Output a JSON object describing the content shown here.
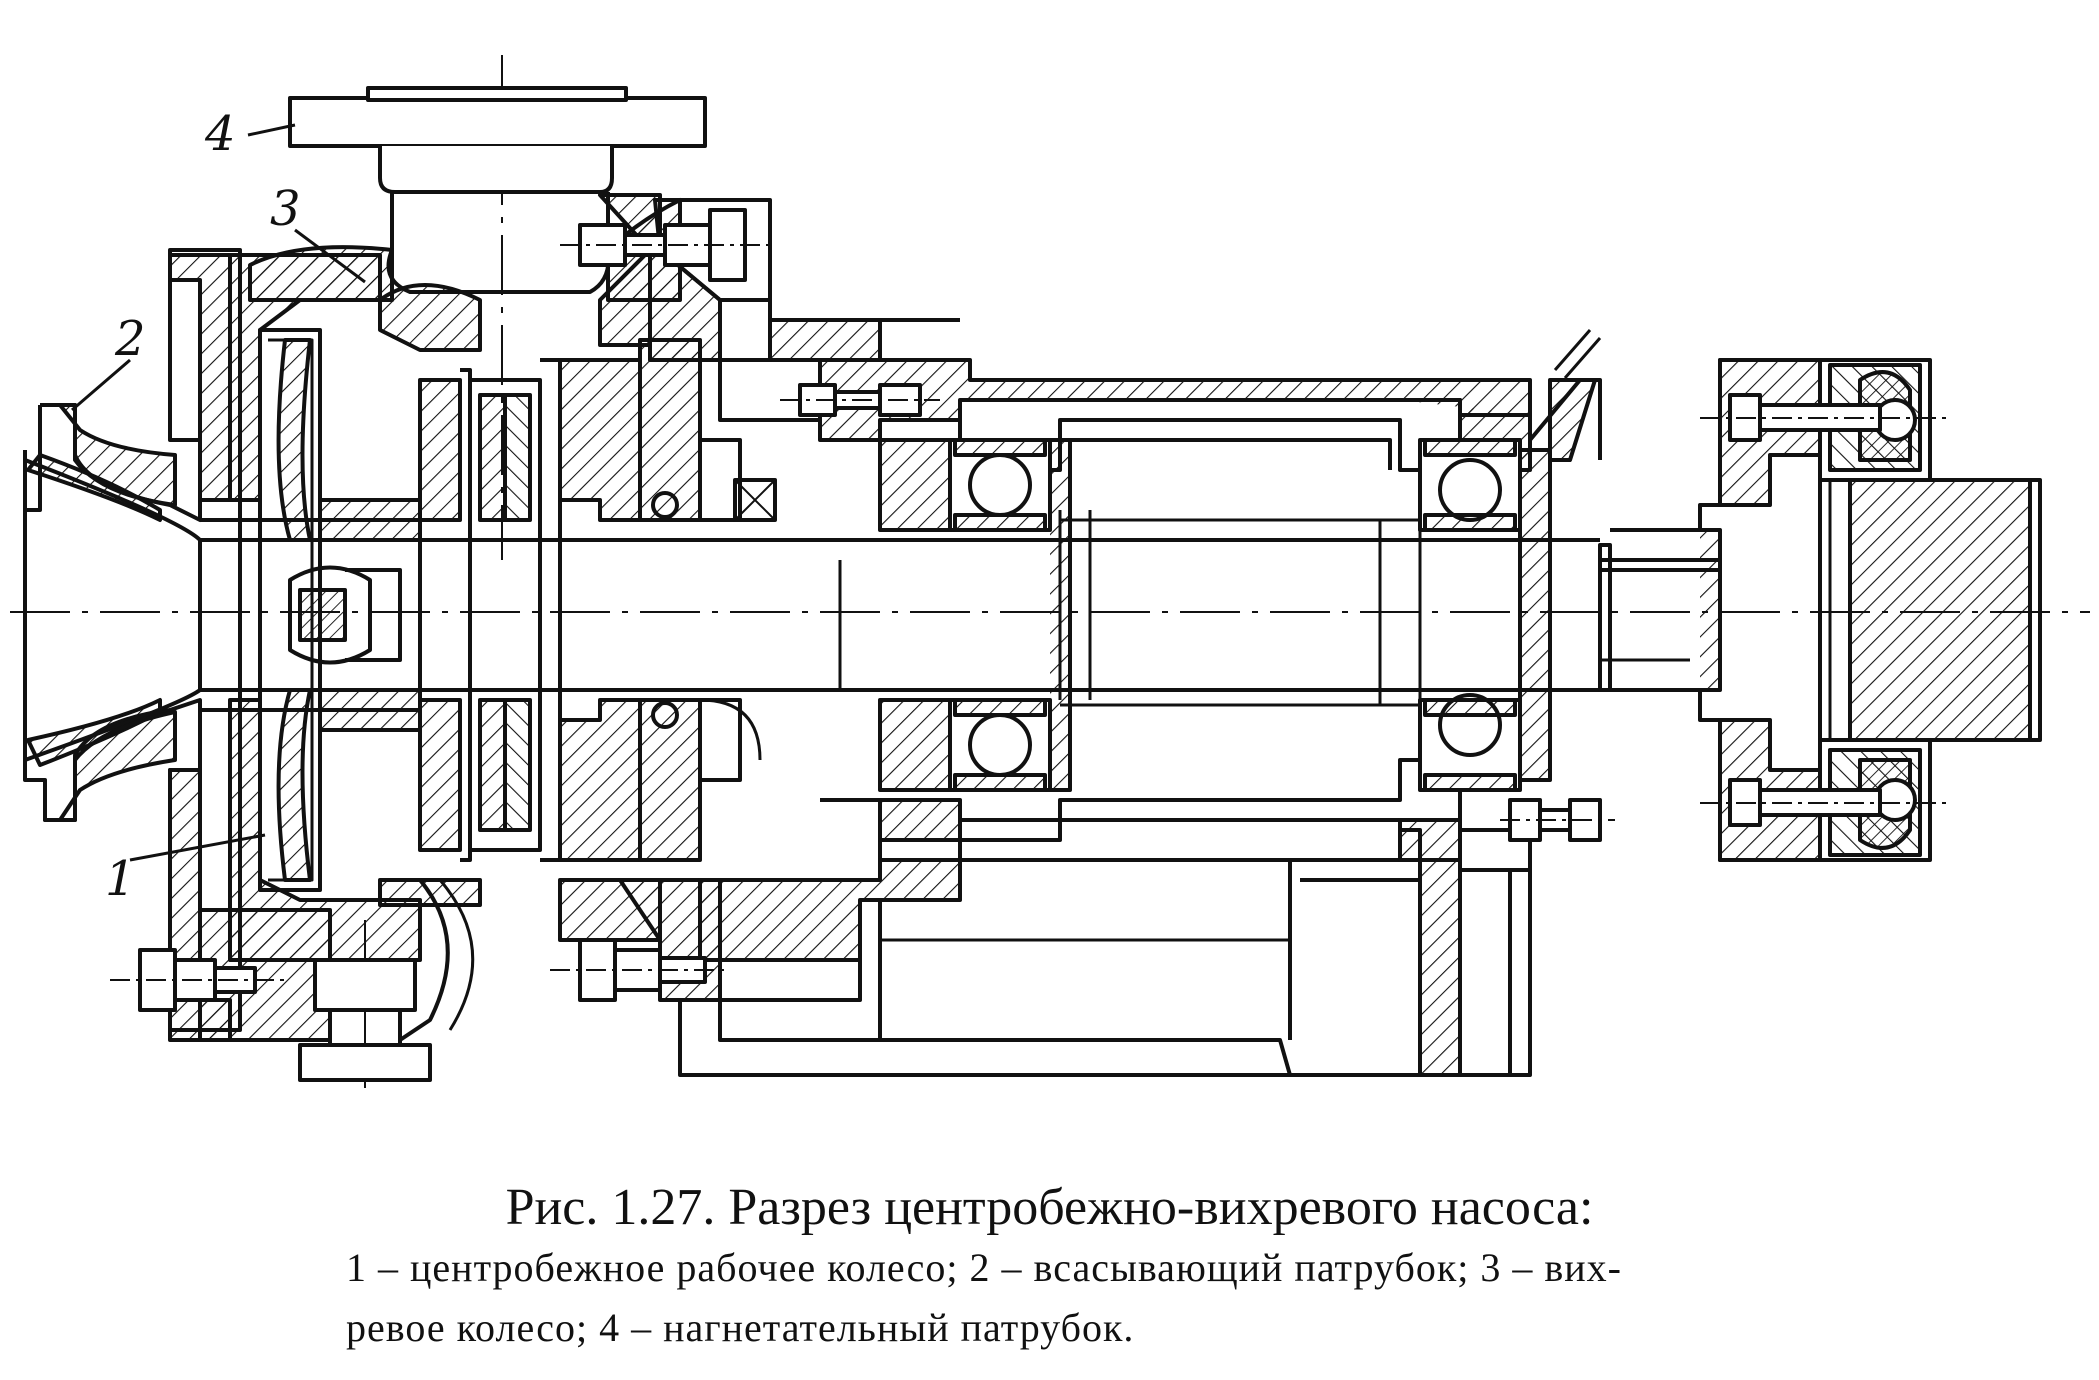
{
  "figure": {
    "labels": {
      "l1": "1",
      "l2": "2",
      "l3": "3",
      "l4": "4"
    }
  },
  "caption": {
    "title": "Рис. 1.27. Разрез центробежно-вихревого насоса:",
    "line1": "1 – центробежное рабочее колесо; 2 – всасывающий патрубок; 3 – вих-",
    "line2": "ревое колесо; 4 – нагнетательный патрубок."
  }
}
